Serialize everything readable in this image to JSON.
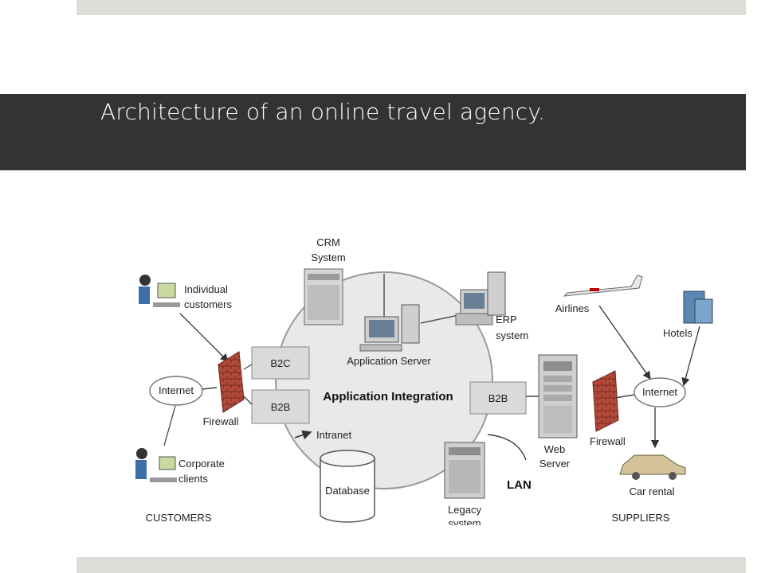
{
  "slide": {
    "title": "Architecture of an online travel agency."
  },
  "diagram": {
    "center_label": "Application Integration",
    "crm": [
      "CRM",
      "System"
    ],
    "app_server": "Application Server",
    "erp": [
      "ERP",
      "system"
    ],
    "b2c": "B2C",
    "b2b_left": "B2B",
    "b2b_right": "B2B",
    "intranet": "Intranet",
    "database": "Database",
    "legacy": [
      "Legacy",
      "system"
    ],
    "lan": "LAN",
    "web_server": [
      "Web",
      "Server"
    ],
    "customers": {
      "individual": [
        "Individual",
        "customers"
      ],
      "internet": "Internet",
      "firewall": "Firewall",
      "corporate": [
        "Corporate",
        "clients"
      ],
      "group_label": "CUSTOMERS"
    },
    "suppliers": {
      "airlines": "Airlines",
      "hotels": "Hotels",
      "internet": "Internet",
      "firewall": "Firewall",
      "car_rental": "Car rental",
      "group_label": "SUPPLIERS"
    }
  }
}
